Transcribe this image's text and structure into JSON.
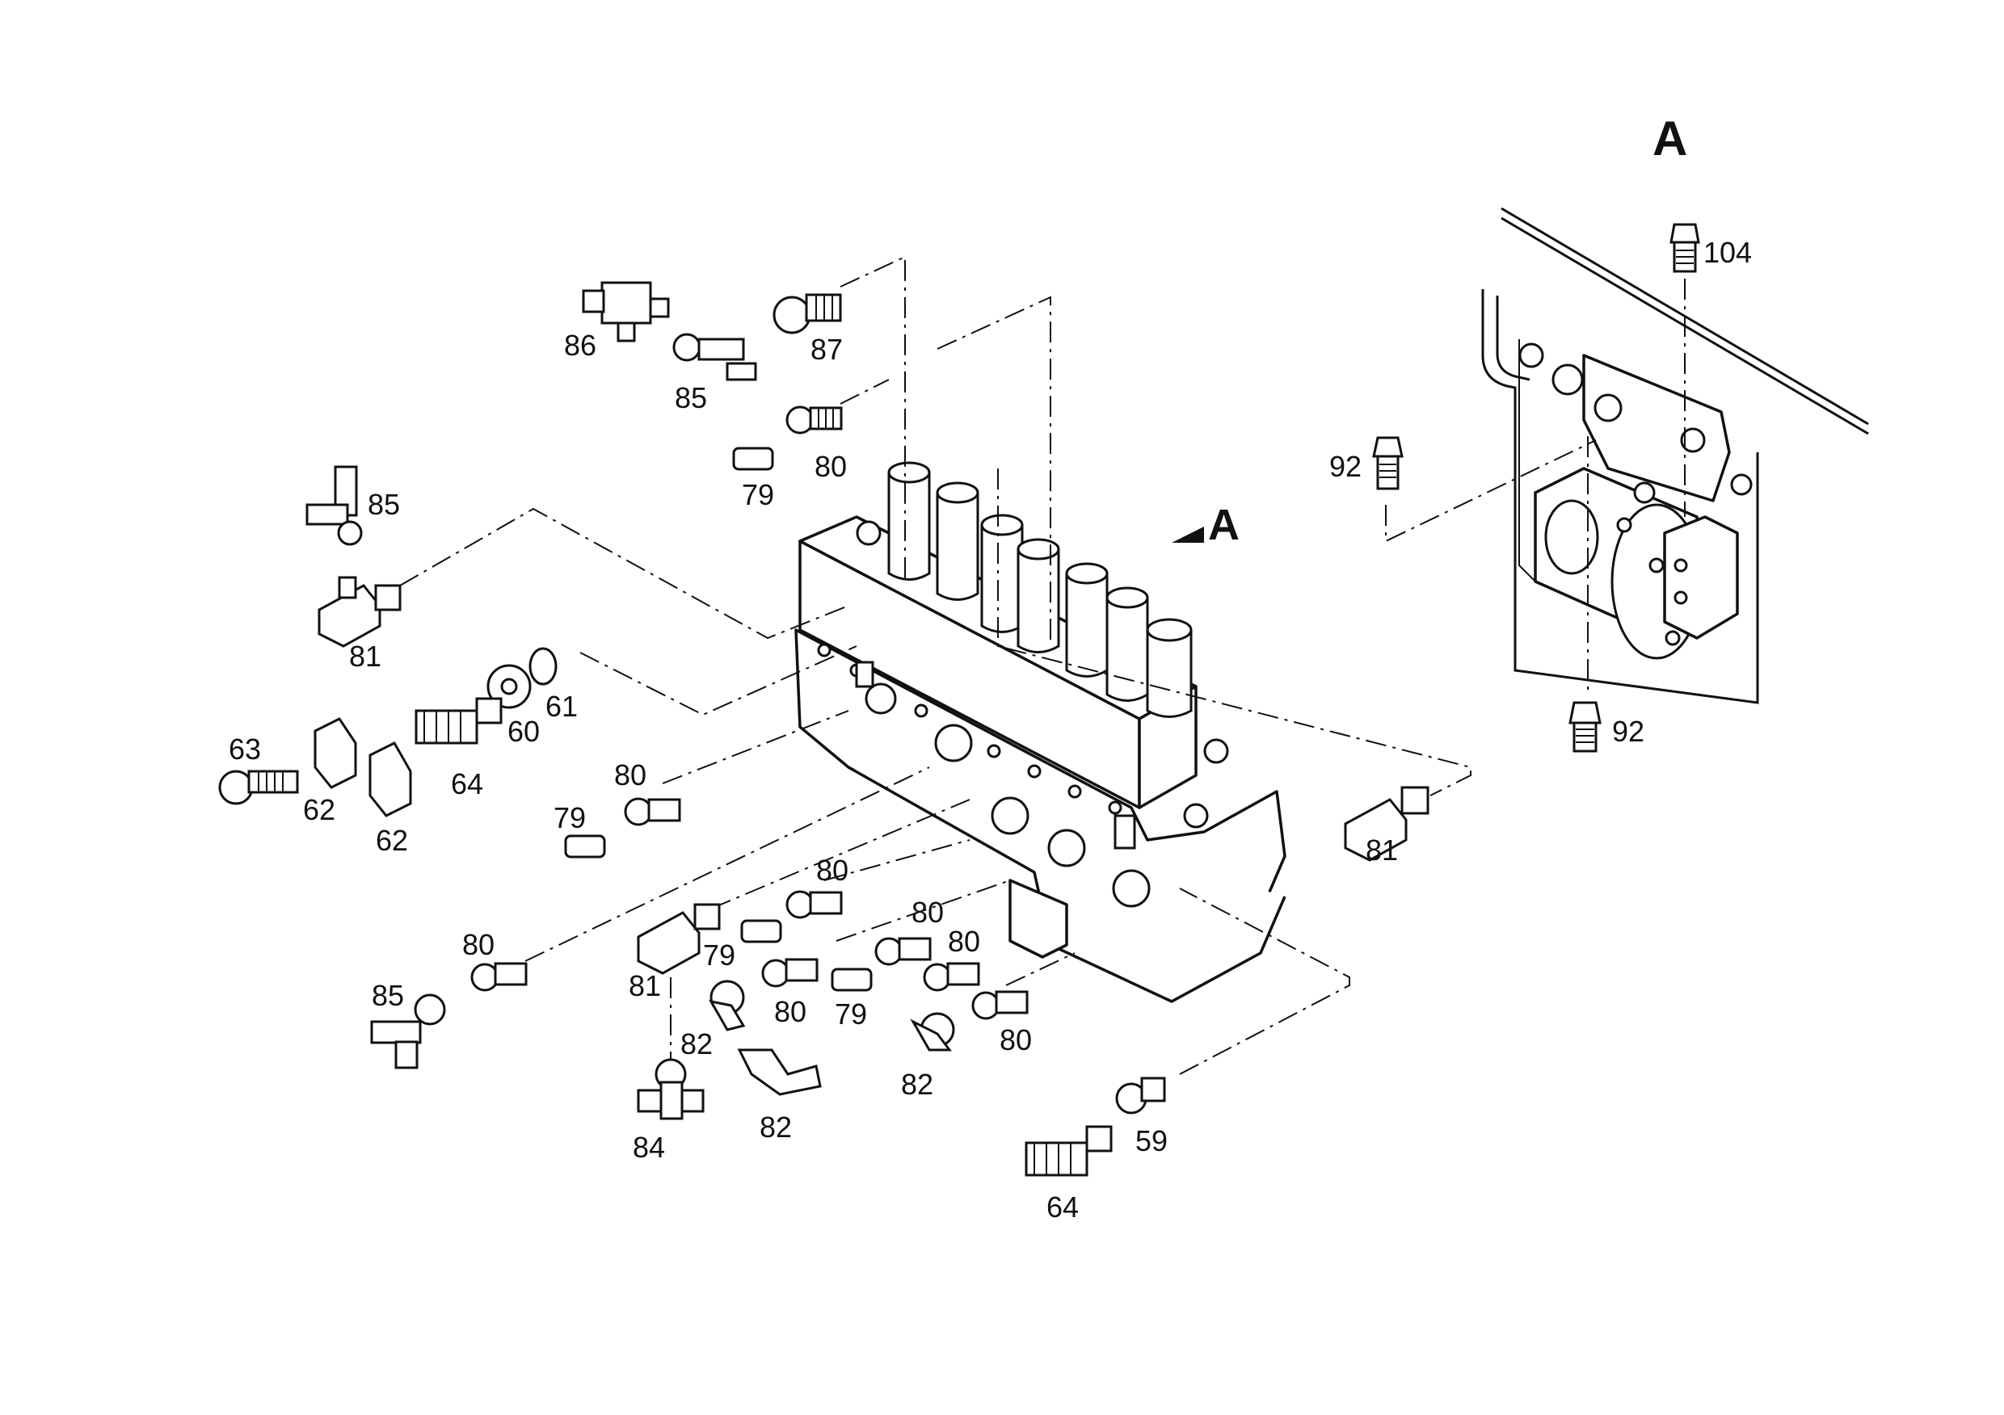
{
  "view_marker": "A",
  "view_ref": "A",
  "labels": {
    "p104": "104",
    "p92a": "92",
    "p92b": "92",
    "p86": "86",
    "p87": "87",
    "p85a": "85",
    "p85b": "85",
    "p85c": "85",
    "p80a": "80",
    "p80b": "80",
    "p80c": "80",
    "p80d": "80",
    "p80e": "80",
    "p80f": "80",
    "p80g": "80",
    "p80h": "80",
    "p79a": "79",
    "p79b": "79",
    "p79c": "79",
    "p79d": "79",
    "p81a": "81",
    "p81b": "81",
    "p81c": "81",
    "p60": "60",
    "p61": "61",
    "p63": "63",
    "p62a": "62",
    "p62b": "62",
    "p64a": "64",
    "p64b": "64",
    "p82a": "82",
    "p82b": "82",
    "p82c": "82",
    "p84": "84",
    "p59": "59"
  }
}
